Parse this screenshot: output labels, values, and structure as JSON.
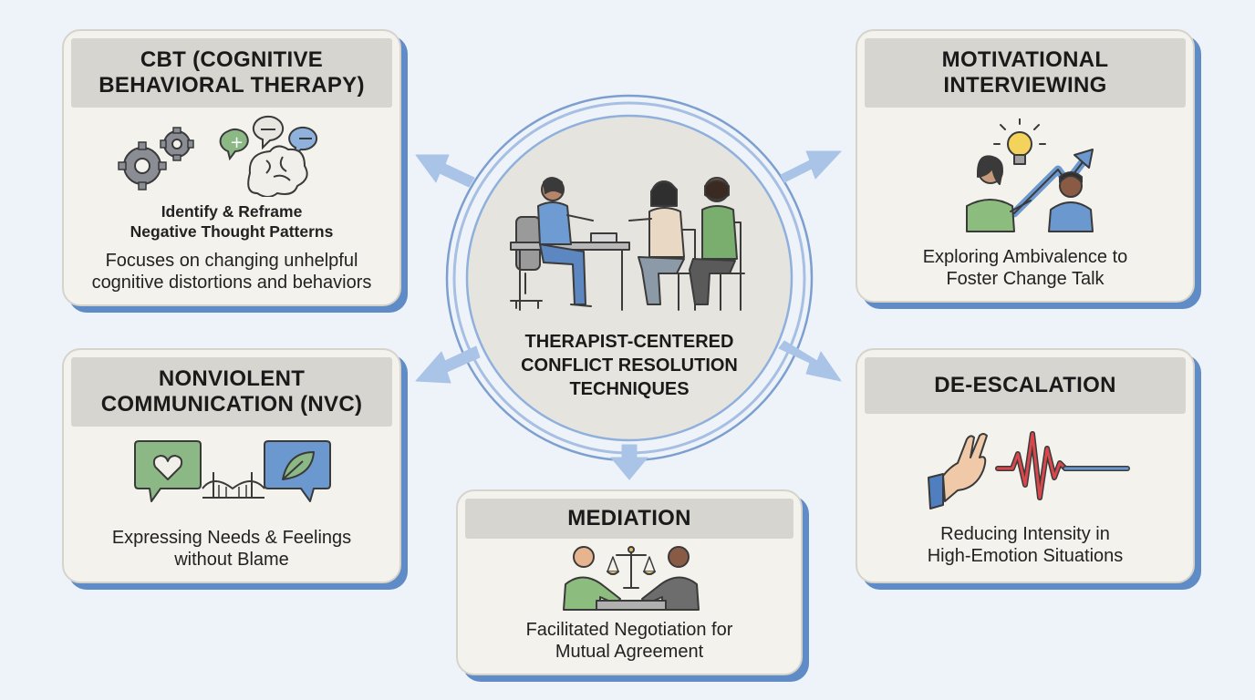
{
  "center": {
    "title_line1": "THERAPIST-CENTERED",
    "title_line2": "CONFLICT RESOLUTION",
    "title_line3": "TECHNIQUES"
  },
  "cards": {
    "cbt": {
      "title_line1": "CBT (COGNITIVE",
      "title_line2": "BEHAVIORAL THERAPY)",
      "subtitle_line1": "Identify & Reframe",
      "subtitle_line2": "Negative Thought Patterns",
      "desc_line1": "Focuses on changing unhelpful",
      "desc_line2": "cognitive distortions and behaviors",
      "icon": "gears-brain-icon"
    },
    "mi": {
      "title_line1": "MOTIVATIONAL",
      "title_line2": "INTERVIEWING",
      "desc_line1": "Exploring Ambivalence to",
      "desc_line2": "Foster Change Talk",
      "icon": "lightbulb-growth-icon"
    },
    "nvc": {
      "title_line1": "NONVIOLENT",
      "title_line2": "COMMUNICATION (NVC)",
      "desc_line1": "Expressing Needs & Feelings",
      "desc_line2": "without Blame",
      "icon": "speech-bridge-icon"
    },
    "deesc": {
      "title": "DE-ESCALATION",
      "desc_line1": "Reducing Intensity in",
      "desc_line2": "High-Emotion Situations",
      "icon": "hand-heartbeat-icon"
    },
    "med": {
      "title": "MEDIATION",
      "desc_line1": "Facilitated Negotiation for",
      "desc_line2": "Mutual Agreement",
      "icon": "scales-negotiation-icon"
    }
  },
  "colors": {
    "background": "#eef3fa",
    "card_bg": "#f4f2ec",
    "header_bg": "#d7d5cf",
    "shadow_blue": "#5f8cc6",
    "arrow_blue": "#a9c4e6",
    "green": "#7fae78",
    "blue": "#6b98cf",
    "red": "#d9464b"
  }
}
